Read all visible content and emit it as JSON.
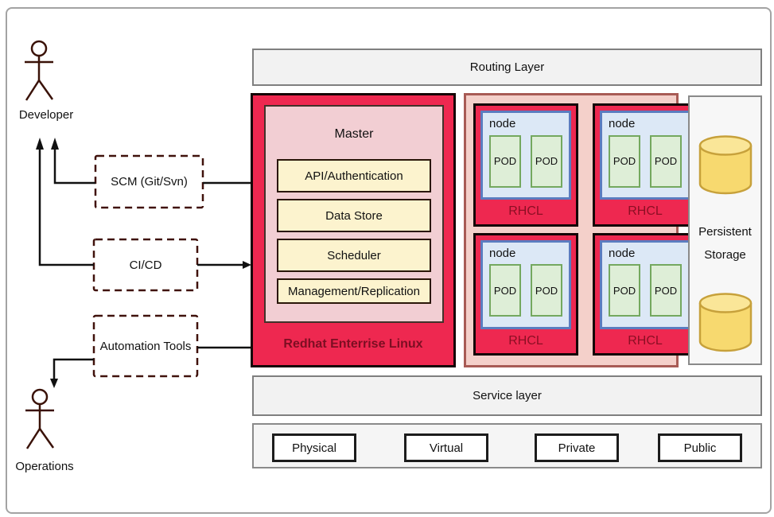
{
  "actors": {
    "developer": {
      "label": "Developer",
      "icon": "stick-figure-icon"
    },
    "operations": {
      "label": "Operations",
      "icon": "stick-figure-icon"
    }
  },
  "tools": {
    "scm": {
      "label": "SCM (Git/Svn)"
    },
    "cicd": {
      "label": "CI/CD"
    },
    "automation": {
      "label": "Automation Tools"
    }
  },
  "layers": {
    "routing": {
      "label": "Routing Layer"
    },
    "service": {
      "label": "Service layer"
    }
  },
  "master": {
    "title": "Master",
    "components": [
      {
        "label": "API/Authentication"
      },
      {
        "label": "Data Store"
      },
      {
        "label": "Scheduler"
      },
      {
        "label": "Management/Replication"
      }
    ],
    "os_label": "Redhat Enterrise Linux"
  },
  "node_clusters": {
    "count": 4,
    "pods_per_node": 2,
    "node_label": "node",
    "pod_label": "POD",
    "os_label": "RHCL"
  },
  "storage": {
    "label_line1": "Persistent",
    "label_line2": "Storage",
    "icon": "database-cylinder-icon",
    "cylinder_count": 2
  },
  "infrastructure": [
    {
      "label": "Physical"
    },
    {
      "label": "Virtual"
    },
    {
      "label": "Private"
    },
    {
      "label": "Public"
    }
  ],
  "colors": {
    "crimson": "#ee2850",
    "master_inner_pink": "#f2ced3",
    "cluster_container_pink": "#f4d0ca",
    "cluster_container_border": "#a85b55",
    "node_fill": "#dce8f6",
    "node_border": "#5b7cc0",
    "pod_fill": "#deeed7",
    "pod_border": "#74a85f",
    "component_yellow": "#fcf3ce",
    "layer_gray": "#f2f2f2",
    "dark_red_text": "#8c0f24",
    "cylinder_yellow": "#f7d96f",
    "actor_stroke": "#3a1208",
    "connector_black": "#111111"
  }
}
